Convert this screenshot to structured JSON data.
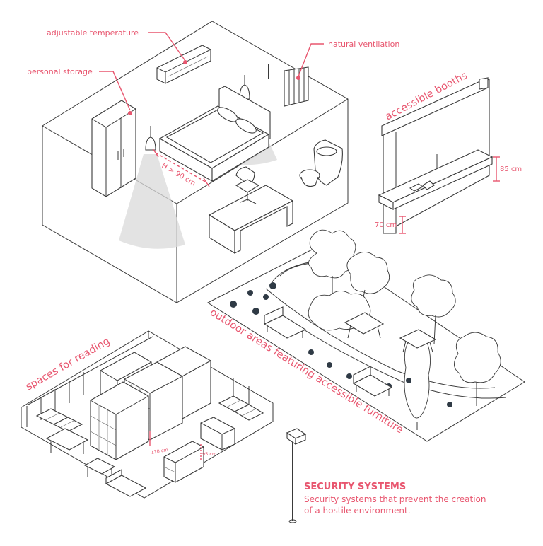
{
  "colors": {
    "accent": "#e8566f",
    "line": "#3a3a3a",
    "light_beam": "#d9d9d9"
  },
  "labels": {
    "adjustable_temperature": "adjustable temperature",
    "natural_ventilation": "natural ventilation",
    "personal_storage": "personal storage",
    "bed_height": "H > 90 cm",
    "accessible_booths": "accessible booths",
    "booth_high": "85 cm",
    "booth_low": "70 cm",
    "outdoor_areas": "outdoor areas featuring accessible furniture",
    "spaces_for_reading": "spaces for reading",
    "shelf_110": "110 cm",
    "shelf_95": "95 cm"
  },
  "security": {
    "title": "SECURITY SYSTEMS",
    "line1": "Security systems that prevent the creation",
    "line2": "of a hostile environment."
  }
}
